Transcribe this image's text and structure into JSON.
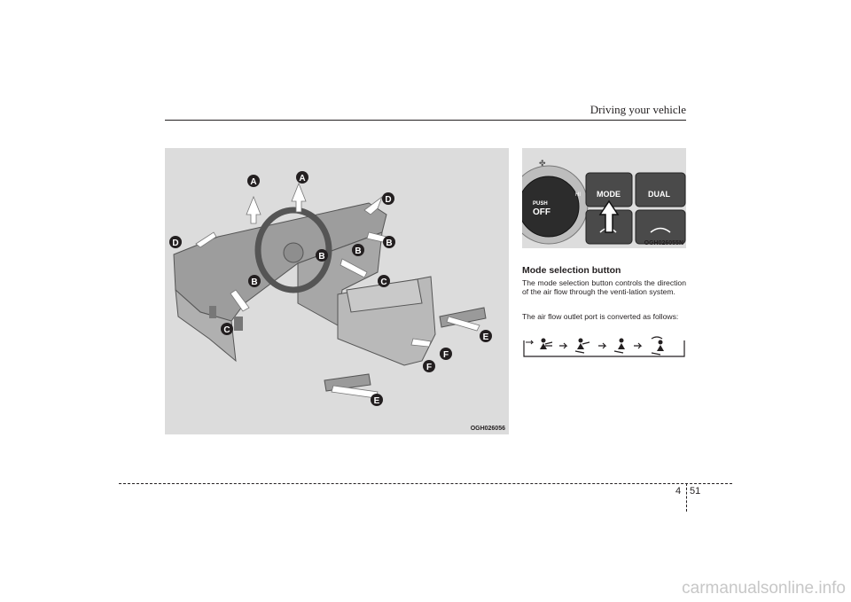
{
  "header": {
    "title": "Driving your vehicle"
  },
  "figure_left": {
    "code": "OGH026056",
    "callouts": [
      "A",
      "A",
      "D",
      "D",
      "B",
      "B",
      "B",
      "B",
      "C",
      "C",
      "E",
      "E",
      "F",
      "F"
    ]
  },
  "figure_right": {
    "code": "OGH026055N",
    "push_label": "PUSH",
    "off_label": "OFF",
    "hi_label": "HI",
    "mode_label": "MODE",
    "dual_label": "DUAL"
  },
  "section": {
    "heading": "Mode selection button",
    "para1": "The mode selection button controls the direction of the air flow through the venti-lation system.",
    "para2": "The air flow outlet port is converted as follows:"
  },
  "mode_sequence": [
    "face-vent-icon",
    "bi-level-icon",
    "floor-icon",
    "floor-defrost-icon"
  ],
  "footer": {
    "chapter": "4",
    "page": "51"
  },
  "watermark": "carmanualsonline.info"
}
